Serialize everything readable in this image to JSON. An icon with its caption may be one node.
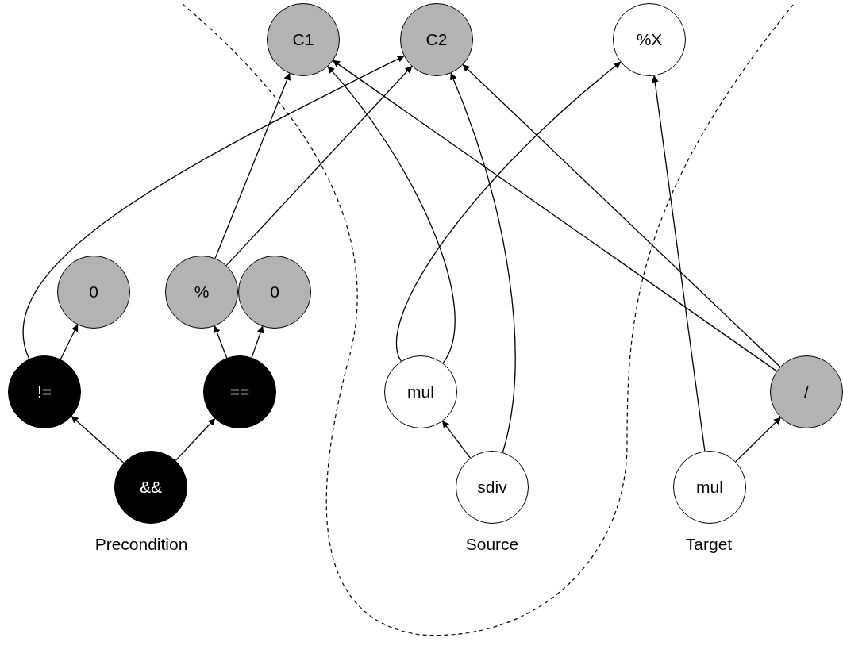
{
  "diagram": {
    "nodes": [
      {
        "text": [
          "C1"
        ]
      },
      {
        "text": [
          "C2"
        ]
      },
      {
        "text": [
          "%X"
        ]
      },
      {
        "text": [
          "0"
        ]
      },
      {
        "text": [
          "%"
        ]
      },
      {
        "text": [
          "0"
        ]
      },
      {
        "text": [
          "!="
        ]
      },
      {
        "text": [
          "=="
        ]
      },
      {
        "text": [
          "&&"
        ]
      },
      {
        "text": [
          "mul"
        ]
      },
      {
        "text": [
          "sdiv"
        ]
      },
      {
        "text": [
          "/"
        ]
      },
      {
        "text": [
          "mul"
        ]
      }
    ],
    "edges": [
      {
        "from": 6,
        "to": 3,
        "arrow": "to"
      },
      {
        "from": 6,
        "to": 1,
        "arrow": "to"
      },
      {
        "from": 8,
        "to": 6,
        "arrow": "to"
      },
      {
        "from": 8,
        "to": 7,
        "arrow": "to"
      },
      {
        "from": 7,
        "to": 4,
        "arrow": "to"
      },
      {
        "from": 7,
        "to": 5,
        "arrow": "to"
      },
      {
        "from": 4,
        "to": 0,
        "arrow": "to"
      },
      {
        "from": 4,
        "to": 1,
        "arrow": "to"
      },
      {
        "from": 9,
        "to": 2,
        "arrow": "to"
      },
      {
        "from": 9,
        "to": 0,
        "arrow": "to"
      },
      {
        "from": 10,
        "to": 9,
        "arrow": "to"
      },
      {
        "from": 10,
        "to": 1,
        "arrow": "to"
      },
      {
        "from": 11,
        "to": 0,
        "arrow": "to"
      },
      {
        "from": 11,
        "to": 1,
        "arrow": "to"
      },
      {
        "from": 12,
        "to": 2,
        "arrow": "to"
      },
      {
        "from": 12,
        "to": 11,
        "arrow": "to"
      }
    ],
    "labels": [
      "Precondition",
      "Source",
      "Target"
    ]
  }
}
